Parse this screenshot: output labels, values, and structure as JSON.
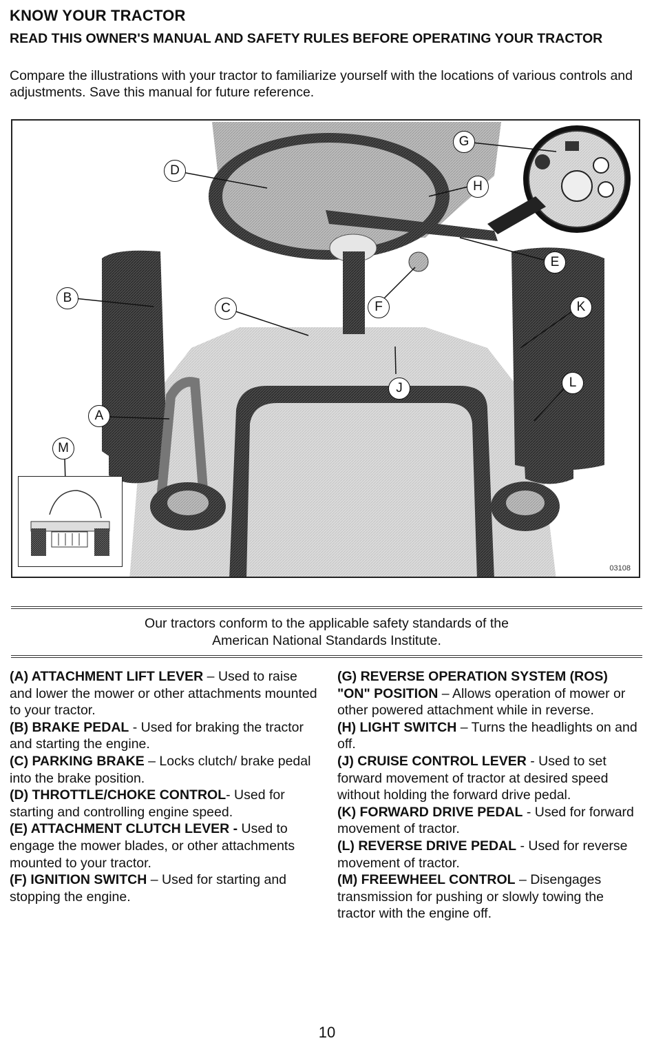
{
  "header": {
    "title": "KNOW YOUR TRACTOR",
    "subtitle": "READ THIS OWNER'S MANUAL AND SAFETY RULES BEFORE OPERATING YOUR TRACTOR",
    "intro": "Compare the illustrations with your tractor to familiarize yourself with the locations of various controls and adjustments.  Save this manual for future reference."
  },
  "figure": {
    "figure_id": "03108",
    "callouts": [
      "A",
      "B",
      "C",
      "D",
      "E",
      "F",
      "G",
      "H",
      "J",
      "K",
      "L",
      "M"
    ]
  },
  "ansi_note": {
    "line1": "Our tractors conform to the applicable safety standards of the",
    "line2": "American National Standards Institute."
  },
  "controls_left": [
    {
      "label": "(A) ATTACHMENT LIFT LEVER",
      "desc": " – Used to raise and lower the mower or other attachments mounted to your tractor."
    },
    {
      "label": "(B) BRAKE PEDAL",
      "desc": " - Used for braking the tractor and starting the engine."
    },
    {
      "label": "(C) PARKING BRAKE",
      "desc": " – Locks clutch/ brake pedal into the brake position."
    },
    {
      "label": "(D) THROTTLE/CHOKE CONTROL",
      "desc": "- Used for starting and controlling engine speed."
    },
    {
      "label": "(E) ATTACHMENT CLUTCH LEVER -",
      "desc": " Used to engage the mower blades, or other attachments mounted to your tractor."
    },
    {
      "label": "(F) IGNITION SWITCH",
      "desc": " – Used for starting and stopping the engine."
    }
  ],
  "controls_right": [
    {
      "label": "(G) REVERSE OPERATION SYSTEM (ROS) \"ON\" POSITION",
      "desc": " – Allows operation of mower or other powered attachment while in reverse."
    },
    {
      "label": "(H) LIGHT SWITCH",
      "desc": " – Turns the headlights on and off."
    },
    {
      "label": "(J) CRUISE CONTROL LEVER",
      "desc": " - Used to set forward movement of tractor at desired speed without holding the forward drive pedal."
    },
    {
      "label": "(K) FORWARD DRIVE PEDAL",
      "desc": " - Used for forward movement of tractor."
    },
    {
      "label": "(L) REVERSE DRIVE PEDAL",
      "desc": " - Used for reverse movement of tractor."
    },
    {
      "label": "(M) FREEWHEEL CONTROL",
      "desc": " – Disengages transmission for pushing or slowly towing the tractor with the engine off."
    }
  ],
  "page": {
    "number": "10"
  }
}
